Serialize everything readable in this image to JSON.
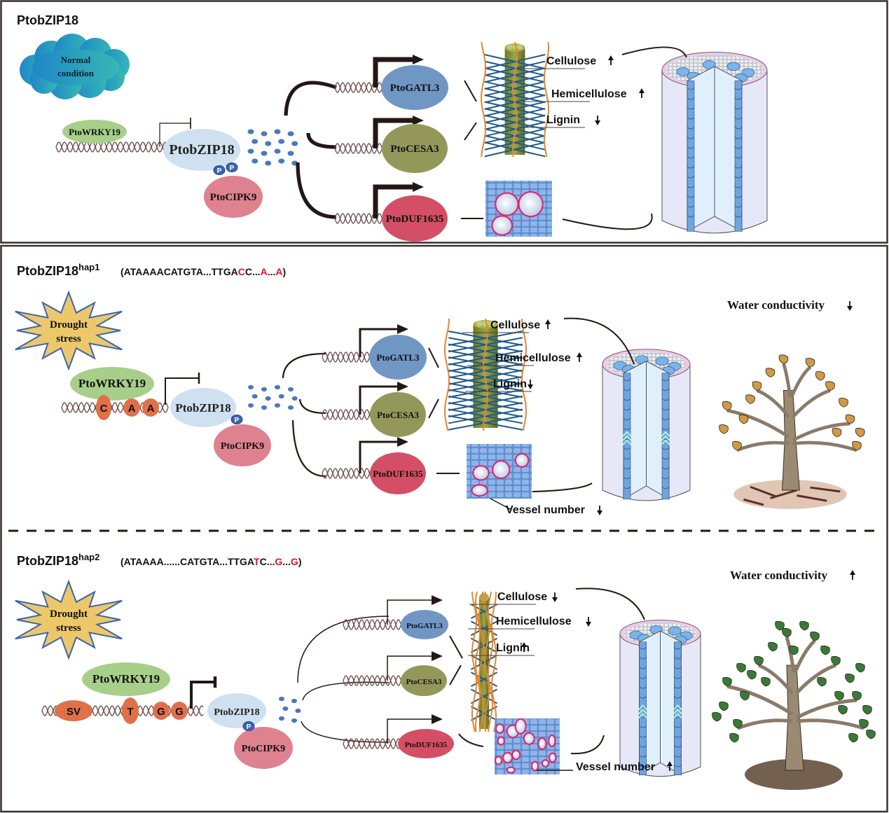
{
  "colors": {
    "frame": "#3a3030",
    "dna": "#6b4a4a",
    "wrky": "#a7cf8a",
    "bzip": "#cfe0f0",
    "cipk": "#de8290",
    "gatl": "#7096c4",
    "cesa": "#93985a",
    "duf": "#d44f65",
    "phospho": "#3c64ac",
    "dots": "#4a78c0",
    "snp_oval": "#e0704a",
    "red_text": "#e0141e",
    "cloud": "#2a9fc4",
    "burst_fill": "#ecc86a",
    "burst_stroke": "#3c64ac",
    "fibril": "#7d8a30",
    "hemicellulose": "#1e5a8c",
    "lignin": "#e3872f",
    "vessel_outline": "#e0206e",
    "xylem_tissue": "#5c8ed0",
    "leaf_dry": "#cf9a48",
    "leaf_green": "#3a7a38",
    "trunk": "#9a8a72"
  },
  "panels": [
    {
      "id": "normal",
      "title": "PtobZIP18",
      "superscript": "",
      "sequence": [],
      "stimulus": {
        "type": "cloud",
        "lines": [
          "Normal",
          "condition"
        ]
      },
      "upstream": {
        "label": "PtoWRKY19",
        "snps": []
      },
      "tf": {
        "label": "PtobZIP18",
        "phospho": [
          "P",
          "P"
        ]
      },
      "kinase": "PtoCIPK9",
      "targets": [
        "PtoGATL3",
        "PtoCESA3",
        "PtoDUF1635"
      ],
      "wall": [
        {
          "label": "Cellulose",
          "trend": "up"
        },
        {
          "label": "Hemicellulose",
          "trend": "up"
        },
        {
          "label": "Lignin",
          "trend": "down"
        }
      ],
      "vessel": null,
      "water": null
    },
    {
      "id": "hap1",
      "title": "PtobZIP18",
      "superscript": "hap1",
      "sequence": [
        {
          "text": "(ATAAAACATGTA...TTGA",
          "red": false
        },
        {
          "text": "C",
          "red": true
        },
        {
          "text": "C...",
          "red": false
        },
        {
          "text": "A",
          "red": true
        },
        {
          "text": "...",
          "red": false
        },
        {
          "text": "A",
          "red": true
        },
        {
          "text": ")",
          "red": false
        }
      ],
      "stimulus": {
        "type": "burst",
        "lines": [
          "Drought",
          "stress"
        ]
      },
      "upstream": {
        "label": "PtoWRKY19",
        "snps": [
          "C",
          "A",
          "A"
        ]
      },
      "tf": {
        "label": "PtobZIP18",
        "phospho": [
          "P"
        ]
      },
      "kinase": "PtoCIPK9",
      "targets": [
        "PtoGATL3",
        "PtoCESA3",
        "PtoDUF1635"
      ],
      "wall": [
        {
          "label": "Cellulose",
          "trend": "up"
        },
        {
          "label": "Hemicellulose",
          "trend": "up"
        },
        {
          "label": "Lignin",
          "trend": "down"
        }
      ],
      "vessel": {
        "label": "Vessel number",
        "trend": "down"
      },
      "water": {
        "label": "Water conductivity",
        "trend": "down"
      }
    },
    {
      "id": "hap2",
      "title": "PtobZIP18",
      "superscript": "hap2",
      "sequence": [
        {
          "text": "(ATAAAA......CATGTA...TTGA",
          "red": false
        },
        {
          "text": "T",
          "red": true
        },
        {
          "text": "C...",
          "red": false
        },
        {
          "text": "G",
          "red": true
        },
        {
          "text": "...",
          "red": false
        },
        {
          "text": "G",
          "red": true
        },
        {
          "text": ")",
          "red": false
        }
      ],
      "stimulus": {
        "type": "burst",
        "lines": [
          "Drought",
          "stress"
        ]
      },
      "upstream": {
        "label": "PtoWRKY19",
        "snps": [
          "SV",
          "T",
          "G",
          "G"
        ]
      },
      "tf": {
        "label": "PtobZIP18",
        "phospho": [
          "P"
        ]
      },
      "kinase": "PtoCIPK9",
      "targets": [
        "PtoGATL3",
        "PtoCESA3",
        "PtoDUF1635"
      ],
      "wall": [
        {
          "label": "Cellulose",
          "trend": "down"
        },
        {
          "label": "Hemicellulose",
          "trend": "down"
        },
        {
          "label": "Lignin",
          "trend": "up"
        }
      ],
      "vessel": {
        "label": "Vessel number",
        "trend": "up"
      },
      "water": {
        "label": "Water conductivity",
        "trend": "up"
      }
    }
  ]
}
